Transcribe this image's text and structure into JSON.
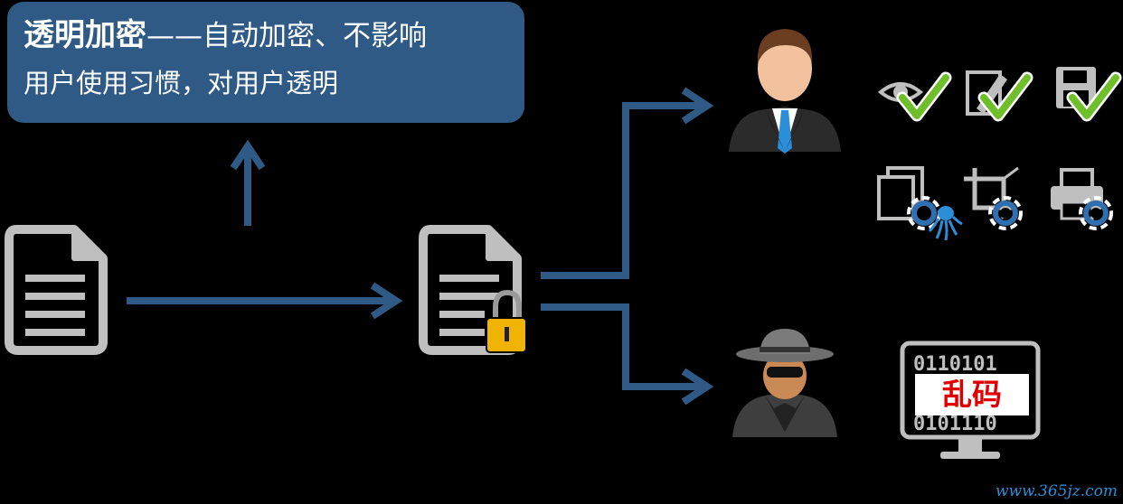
{
  "callout": {
    "title": "透明加密",
    "subtitle": "——自动加密、不影响",
    "line2": "用户使用习惯，对用户透明"
  },
  "garbled_text": "乱码",
  "watermark": "www.365jz.com",
  "colors": {
    "background": "#000000",
    "callout_fill": "#2f5a85",
    "arrow": "#2f5a85",
    "document": "#bfbfbf",
    "lock": "#f0b400",
    "check": "#6fbf2a",
    "garbled_text": "#e00000"
  },
  "nodes": [
    {
      "id": "plain-document",
      "icon": "document-icon"
    },
    {
      "id": "encrypted-document",
      "icon": "locked-document-icon"
    },
    {
      "id": "authorized-user",
      "icon": "businessman-icon"
    },
    {
      "id": "unauthorized-user",
      "icon": "hacker-icon"
    },
    {
      "id": "garbled-monitor",
      "icon": "monitor-icon"
    }
  ],
  "permissions": [
    {
      "name": "view",
      "icon": "eye-icon",
      "status": "allowed"
    },
    {
      "name": "edit",
      "icon": "pencil-icon",
      "status": "allowed"
    },
    {
      "name": "save",
      "icon": "floppy-disk-icon",
      "status": "allowed"
    },
    {
      "name": "copy",
      "icon": "copy-icon",
      "status": "blocked"
    },
    {
      "name": "screenshot",
      "icon": "crop-icon",
      "status": "blocked"
    },
    {
      "name": "print",
      "icon": "printer-icon",
      "status": "blocked"
    }
  ]
}
